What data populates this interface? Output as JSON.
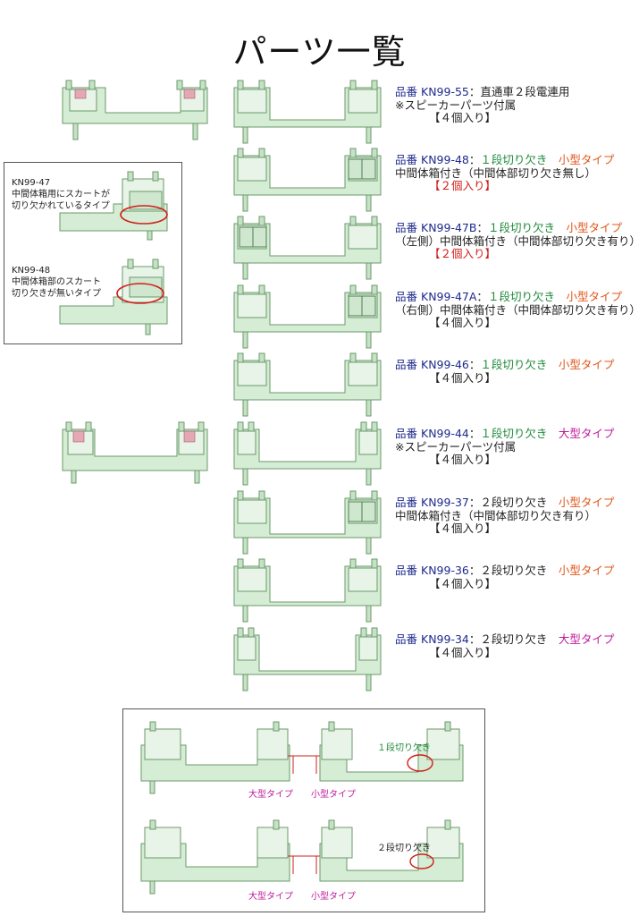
{
  "title": "パーツ一覧",
  "colors": {
    "part_fill": "#d5ecd5",
    "part_stroke": "#6a9a6a",
    "grille": "#e4a8b4",
    "navy": "#1e2a8c",
    "green": "#1f8a3a",
    "orange": "#e0561a",
    "magenta": "#c01a9a",
    "red": "#d0201a"
  },
  "products": [
    {
      "id": "kn99-55",
      "prefix": "品番",
      "code": "KN99-55",
      "sep": "：",
      "cut": "直通車２段電連用",
      "size": "",
      "lines": [
        "※スピーカーパーツ付属"
      ],
      "qty": "【４個入り】"
    },
    {
      "id": "kn99-48",
      "prefix": "品番",
      "code": "KN99-48",
      "sep": "：",
      "cut": "１段切り欠き",
      "size": "小型タイプ",
      "lines": [
        "中間体箱付き（中間体部切り欠き無し）"
      ],
      "qty": "【２個入り】"
    },
    {
      "id": "kn99-47b",
      "prefix": "品番",
      "code": "KN99-47B",
      "sep": "：",
      "cut": "１段切り欠き",
      "size": "小型タイプ",
      "lines": [
        "（左側）中間体箱付き（中間体部切り欠き有り）"
      ],
      "qty": "【２個入り】"
    },
    {
      "id": "kn99-47a",
      "prefix": "品番",
      "code": "KN99-47A",
      "sep": "：",
      "cut": "１段切り欠き",
      "size": "小型タイプ",
      "lines": [
        "（右側）中間体箱付き（中間体部切り欠き有り）"
      ],
      "qty": "【４個入り】"
    },
    {
      "id": "kn99-46",
      "prefix": "品番",
      "code": "KN99-46",
      "sep": "：",
      "cut": "１段切り欠き",
      "size": "小型タイプ",
      "lines": [],
      "qty": "【４個入り】"
    },
    {
      "id": "kn99-44",
      "prefix": "品番",
      "code": "KN99-44",
      "sep": "：",
      "cut": "１段切り欠き",
      "size": "大型タイプ",
      "lines": [
        "※スピーカーパーツ付属"
      ],
      "qty": "【４個入り】"
    },
    {
      "id": "kn99-37",
      "prefix": "品番",
      "code": "KN99-37",
      "sep": "：",
      "cut": "２段切り欠き",
      "size": "小型タイプ",
      "lines": [
        "中間体箱付き（中間体部切り欠き有り）"
      ],
      "qty": "【４個入り】"
    },
    {
      "id": "kn99-36",
      "prefix": "品番",
      "code": "KN99-36",
      "sep": "：",
      "cut": "２段切り欠き",
      "size": "小型タイプ",
      "lines": [],
      "qty": "【４個入り】"
    },
    {
      "id": "kn99-34",
      "prefix": "品番",
      "code": "KN99-34",
      "sep": "：",
      "cut": "２段切り欠き",
      "size": "大型タイプ",
      "lines": [],
      "qty": "【４個入り】"
    }
  ],
  "inset": {
    "kn99_47_code": "KN99-47",
    "kn99_47_line1": "中間体箱用にスカートが",
    "kn99_47_line2": "切り欠かれているタイプ",
    "kn99_48_code": "KN99-48",
    "kn99_48_line1": "中間体箱部のスカート",
    "kn99_48_line2": "切り欠きが無いタイプ"
  },
  "legend": {
    "one_step": "１段切り欠き",
    "two_step": "２段切り欠き",
    "large": "大型タイプ",
    "small": "小型タイプ"
  }
}
